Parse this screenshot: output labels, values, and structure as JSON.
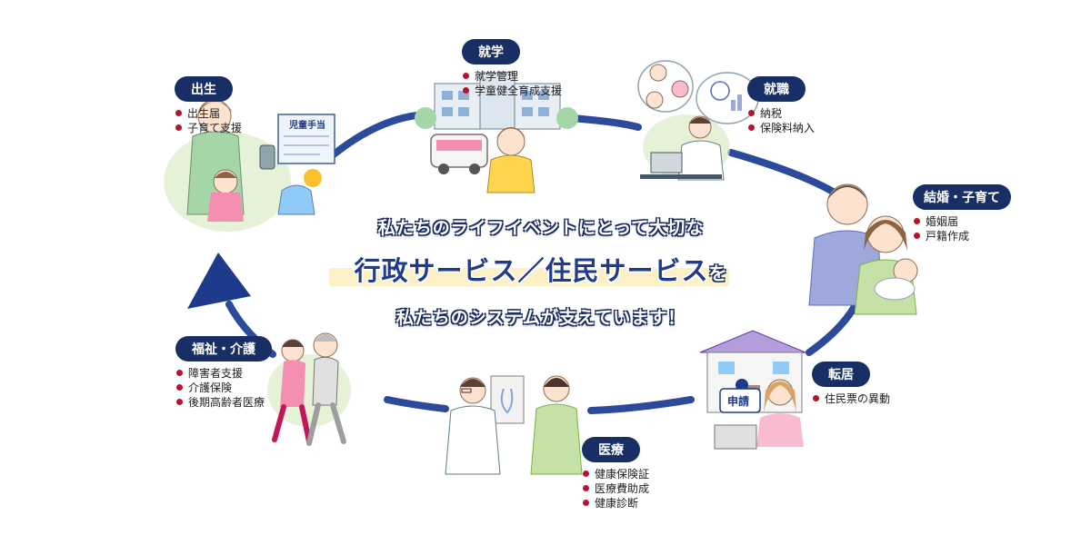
{
  "colors": {
    "ring": "#2b4a9c",
    "pill": "#182f66",
    "bullet": "#b3152e",
    "headline_blue": "#203a8c",
    "highlight": "#fbf0c6"
  },
  "headline": {
    "line1": "私たちのライフイベントにとって大切な",
    "line2": "行政サービス／住民サービス",
    "line2_suffix": "を",
    "line3": "私たちのシステムが支えています！"
  },
  "stages": [
    {
      "id": "birth",
      "label": "出生",
      "items": [
        "出生届",
        "子育て支援"
      ],
      "illustration": "mother-child-illustration",
      "illustration_text": "児童手当"
    },
    {
      "id": "school",
      "label": "就学",
      "items": [
        "就学管理",
        "学童健全育成支援"
      ],
      "illustration": "school-illustration"
    },
    {
      "id": "work",
      "label": "就職",
      "items": [
        "納税",
        "保険料納入"
      ],
      "illustration": "office-worker-illustration"
    },
    {
      "id": "marriage",
      "label": "結婚・子育て",
      "items": [
        "婚姻届",
        "戸籍作成"
      ],
      "illustration": "family-illustration"
    },
    {
      "id": "move",
      "label": "転居",
      "items": [
        "住民票の異動"
      ],
      "illustration": "house-illustration",
      "illustration_text": "申請"
    },
    {
      "id": "medical",
      "label": "医療",
      "items": [
        "健康保険証",
        "医療費助成",
        "健康診断"
      ],
      "illustration": "doctor-illustration"
    },
    {
      "id": "welfare",
      "label": "福祉・介護",
      "items": [
        "障害者支援",
        "介護保険",
        "後期高齢者医療"
      ],
      "illustration": "caregiver-illustration"
    }
  ]
}
